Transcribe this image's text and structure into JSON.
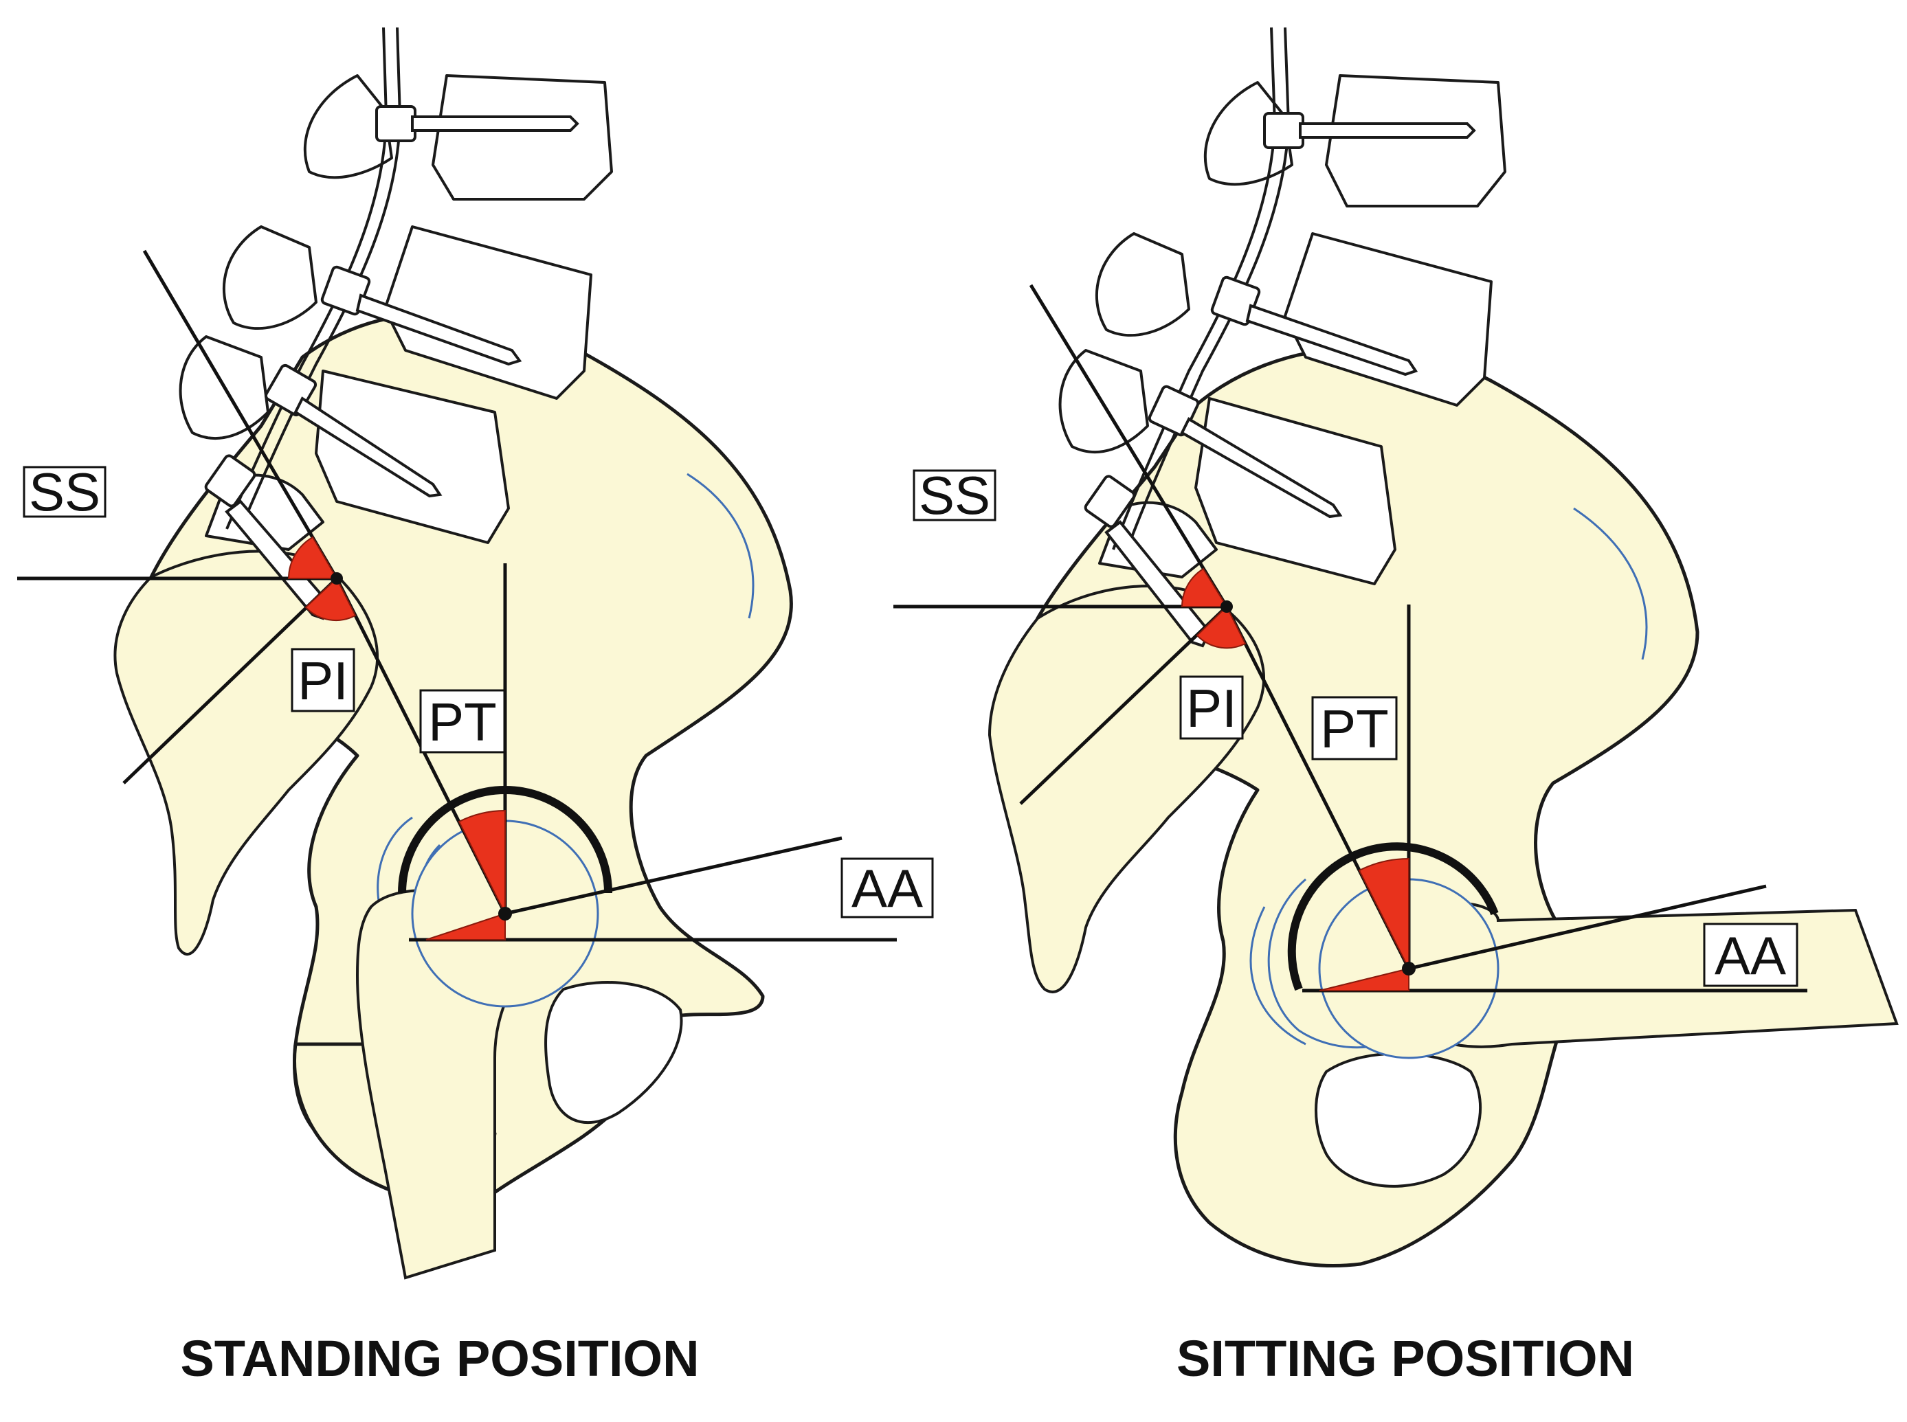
{
  "panels": [
    {
      "caption": "STANDING POSITION",
      "labels": {
        "ss": "SS",
        "pi": "PI",
        "pt": "PT",
        "aa": "AA"
      }
    },
    {
      "caption": "SITTING POSITION",
      "labels": {
        "ss": "SS",
        "pi": "PI",
        "pt": "PT",
        "aa": "AA"
      }
    }
  ],
  "colors": {
    "bone_fill": "#fbf8d6",
    "angle_fill": "#e8321c",
    "outline": "#1a1a1a",
    "blue_contour": "#3f6fb5"
  }
}
